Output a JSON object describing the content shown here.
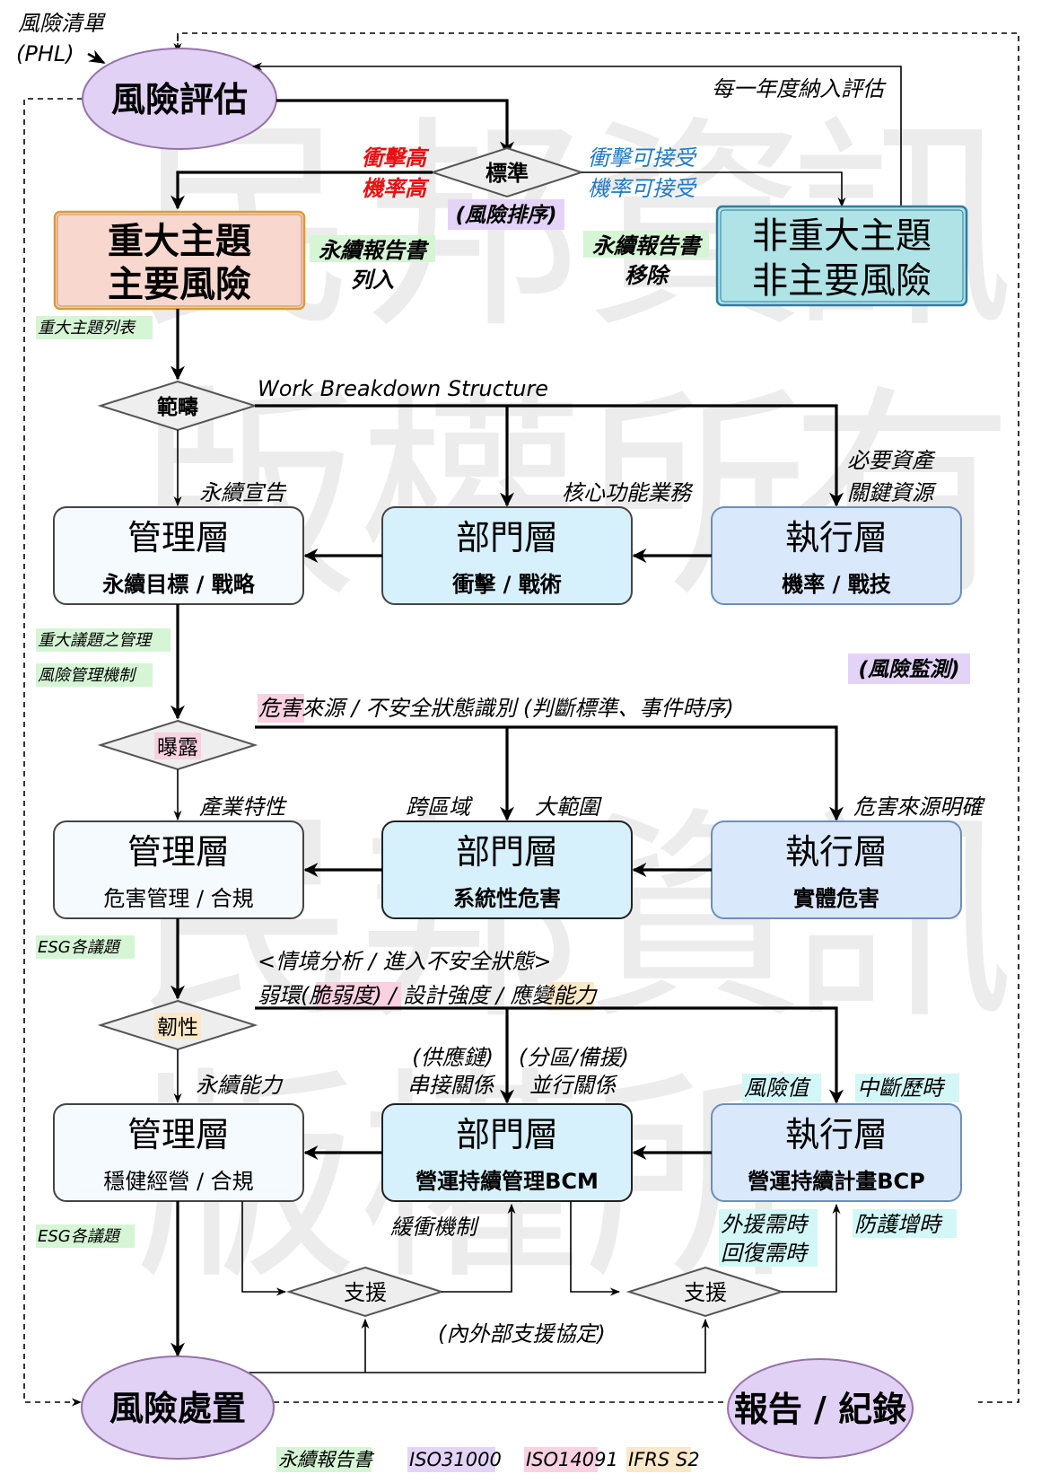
{
  "watermark": {
    "line1": [
      "民",
      "邦",
      "資",
      "訊"
    ],
    "line2": [
      "版",
      "權",
      "所",
      "有"
    ]
  },
  "colors": {
    "ellipse_fill": "#e1d1f5",
    "ellipse_stroke": "#9673a6",
    "major_fill": "#f8d7cf",
    "major_stroke": "#d79b3a",
    "minor_fill": "#b0e3e6",
    "minor_stroke": "#2d7ea0",
    "mgmt_fill": "#f5faff",
    "dept_fill": "#d7f1fc",
    "exec_fill": "#dae8fc",
    "diamond_fill": "#eeeeee",
    "red": "#e81010",
    "blue": "#1f78c8",
    "hl_green": "#d5f5d5",
    "hl_purple": "#e3d4f7",
    "hl_pink": "#f9d1e1",
    "hl_orange": "#fbe8c8",
    "hl_cyan": "#d3f7f7"
  },
  "top": {
    "phl_line1": "風險清單",
    "phl_line2": "(PHL)",
    "risk_assessment": "風險評估",
    "annual_review": "每一年度納入評估",
    "criteria": "標準",
    "risk_ranking": "(風險排序)",
    "high_impact": "衝擊高",
    "high_probability": "機率高",
    "acceptable_impact": "衝擊可接受",
    "acceptable_probability": "機率可接受",
    "major_box_line1": "重大主題",
    "major_box_line2": "主要風險",
    "minor_box_line1": "非重大主題",
    "minor_box_line2": "非主要風險",
    "report_include_1": "永續報告書",
    "report_include_2": "列入",
    "report_remove_1": "永續報告書",
    "report_remove_2": "移除",
    "major_topic_list": "重大主題列表"
  },
  "scope": {
    "diamond": "範疇",
    "wbs": "Work Breakdown Structure",
    "left_label": "永續宣告",
    "mid_label": "核心功能業務",
    "right_label_1": "必要資產",
    "right_label_2": "關鍵資源",
    "mgmt_title": "管理層",
    "mgmt_sub": "永續目標 / 戰略",
    "dept_title": "部門層",
    "dept_sub": "衝擊 / 戰術",
    "exec_title": "執行層",
    "exec_sub": "機率 / 戰技",
    "note1": "重大議題之管理",
    "note2": "風險管理機制",
    "monitoring": "(風險監測)"
  },
  "exposure": {
    "diamond": "曝露",
    "header_hl": "危害",
    "header_rest": "來源 / 不安全狀態識別 (判斷標準、事件時序)",
    "left_label": "產業特性",
    "mid_left_label": "跨區域",
    "mid_right_label": "大範圍",
    "right_label": "危害來源明確",
    "mgmt_title": "管理層",
    "mgmt_sub": "危害管理 / 合規",
    "dept_title": "部門層",
    "dept_sub": "系統性危害",
    "exec_title": "執行層",
    "exec_sub": "實體危害",
    "note": "ESG各議題"
  },
  "resilience": {
    "diamond": "韌性",
    "header1": "<情境分析 / 進入不安全狀態>",
    "header2_a": "弱環(",
    "header2_hl": "脆弱度)",
    "header2_b": " / 設計強度 / ",
    "header2_hl2": "應變",
    "header2_c": "能力",
    "left_label": "永續能力",
    "supply_1": "(供應鏈)",
    "supply_2": "串接關係",
    "zone_1": "(分區/備援)",
    "zone_2": "並行關係",
    "risk_value": "風險值",
    "outage_time": "中斷歷時",
    "mgmt_title": "管理層",
    "mgmt_sub": "穩健經營 / 合規",
    "dept_title": "部門層",
    "dept_sub": "營運持續管理BCM",
    "exec_title": "執行層",
    "exec_sub": "營運持續計畫BCP",
    "note": "ESG各議題",
    "buffer": "緩衝機制",
    "ext_aid": "外援需時",
    "recovery": "回復需時",
    "protect": "防護增時",
    "support_left": "支援",
    "support_right": "支援",
    "agreement": "(內外部支援協定)"
  },
  "bottom": {
    "treatment": "風險處置",
    "report": "報告 / 紀錄"
  },
  "legend": [
    {
      "label": "永續報告書",
      "color": "#d5f5d5"
    },
    {
      "label": "ISO31000",
      "color": "#e3d4f7"
    },
    {
      "label": "ISO14091",
      "color": "#f9d1e1"
    },
    {
      "label": "IFRS S2",
      "color": "#fbe8c8"
    }
  ]
}
